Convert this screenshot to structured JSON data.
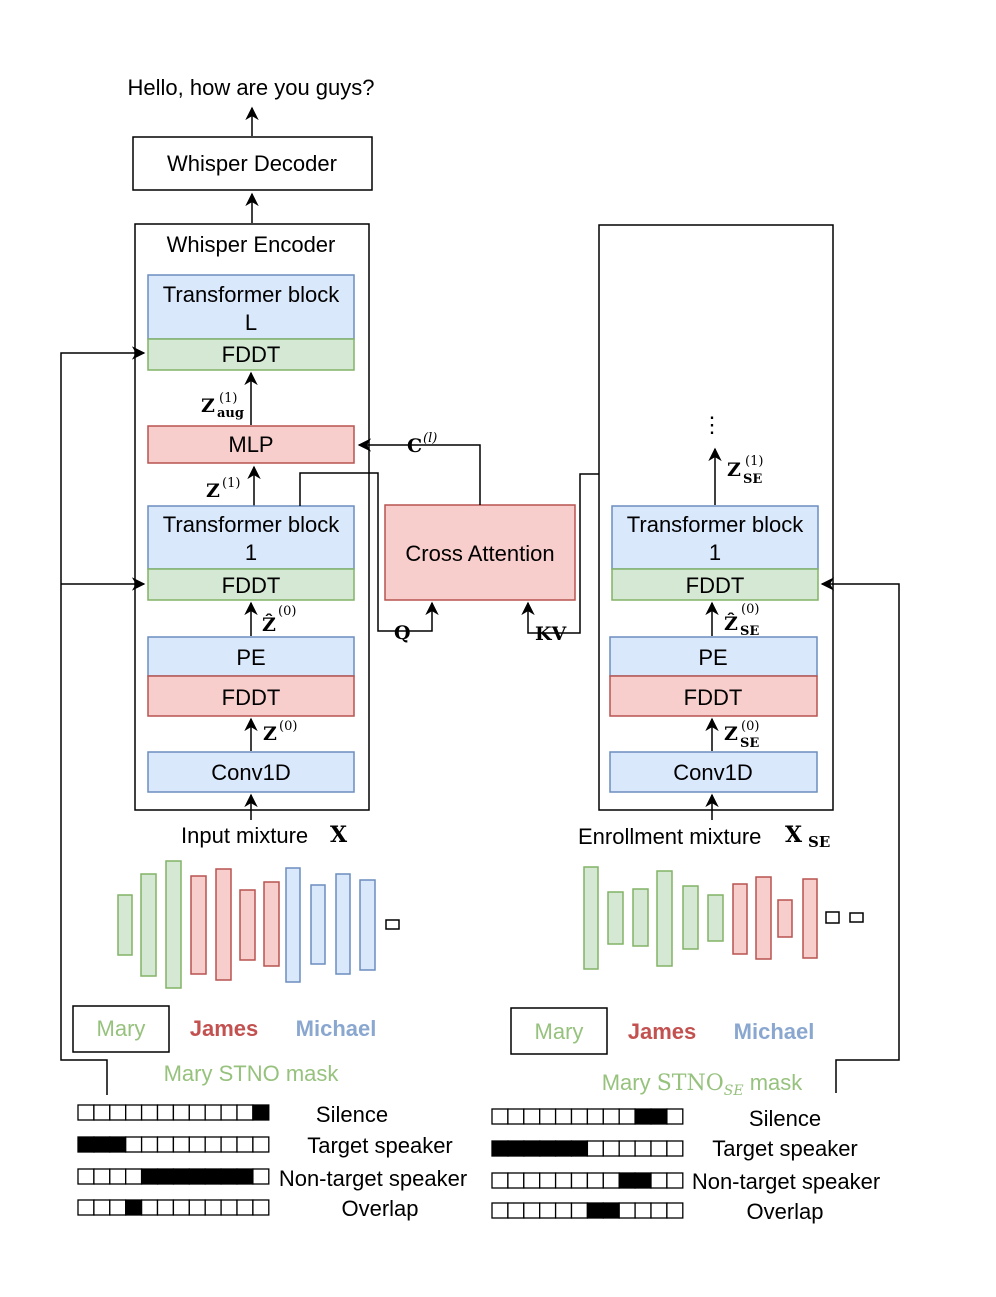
{
  "output_text": "Hello, how are you guys?",
  "decoder_label": "Whisper Decoder",
  "encoder_label": "Whisper Encoder",
  "transformer_l_label": [
    "Transformer block",
    "L"
  ],
  "transformer_1_label": [
    "Transformer block",
    "1"
  ],
  "fddt_label": "FDDT",
  "mlp_label": "MLP",
  "pe_label": "PE",
  "conv_label": "Conv1D",
  "cross_attention_label": "Cross Attention",
  "math": {
    "z_aug": "Z",
    "z_aug_sup": "(1)",
    "z_aug_sub": "aug",
    "z1": "Z",
    "z1_sup": "(1)",
    "zhat0": "Ẑ",
    "zhat0_sup": "(0)",
    "z0": "Z",
    "z0_sup": "(0)",
    "c_l": "C",
    "c_l_sup": "(l)",
    "q": "Q",
    "kv": "KV",
    "dots": "⋮",
    "zse1": "Z",
    "zse1_sup": "(1)",
    "zse1_sub": "SE",
    "zhatse0": "Ẑ",
    "zhatse0_sup": "(0)",
    "zhatse0_sub": "SE",
    "zse0": "Z",
    "zse0_sup": "(0)",
    "zse0_sub": "SE"
  },
  "left": {
    "input_label": "Input mixture",
    "input_symbol": "X",
    "mask_title": "Mary STNO mask"
  },
  "right": {
    "input_label": "Enrollment mixture",
    "input_symbol": "X",
    "input_symbol_sub": "SE",
    "mask_title_prefix": "Mary ",
    "mask_title_stno": "STNO",
    "mask_title_sub": "SE",
    "mask_title_suffix": " mask"
  },
  "speakers": [
    "Mary",
    "James",
    "Michael"
  ],
  "mask_rows": [
    "Silence",
    "Target speaker",
    "Non-target speaker",
    "Overlap"
  ],
  "left_mask_patterns": [
    [
      0,
      0,
      0,
      0,
      0,
      0,
      0,
      0,
      0,
      0,
      0,
      1
    ],
    [
      1,
      1,
      1,
      0,
      0,
      0,
      0,
      0,
      0,
      0,
      0,
      0
    ],
    [
      0,
      0,
      0,
      0,
      1,
      1,
      1,
      1,
      1,
      1,
      1,
      0
    ],
    [
      0,
      0,
      0,
      1,
      0,
      0,
      0,
      0,
      0,
      0,
      0,
      0
    ]
  ],
  "right_mask_patterns": [
    [
      0,
      0,
      0,
      0,
      0,
      0,
      0,
      0,
      0,
      1,
      1,
      0
    ],
    [
      1,
      1,
      1,
      1,
      1,
      1,
      0,
      0,
      0,
      0,
      0,
      0
    ],
    [
      0,
      0,
      0,
      0,
      0,
      0,
      0,
      0,
      1,
      1,
      0,
      0
    ],
    [
      0,
      0,
      0,
      0,
      0,
      0,
      1,
      1,
      0,
      0,
      0,
      0
    ]
  ],
  "colors": {
    "mary": "#97c27e",
    "james": "#c25150",
    "michael": "#8aa7d0",
    "green_fill": "#d5e8d4",
    "red_fill": "#f8cecc",
    "blue_fill": "#dae8fc"
  }
}
